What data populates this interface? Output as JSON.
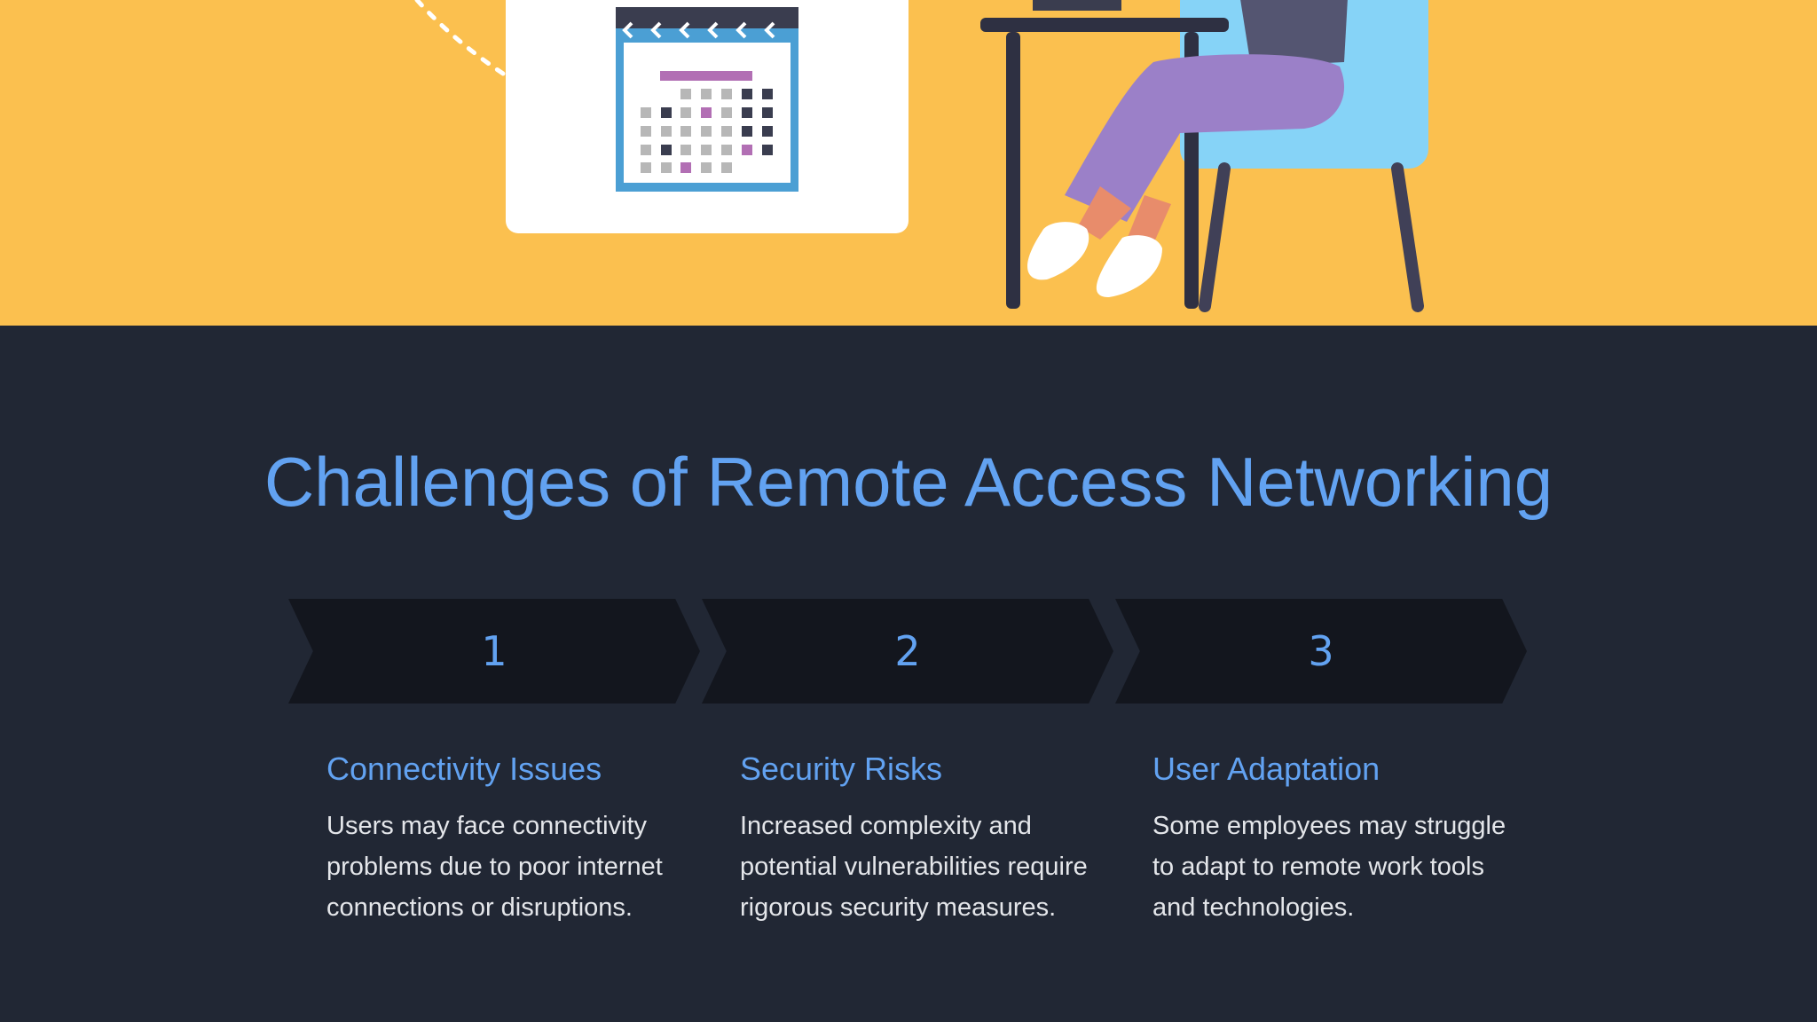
{
  "title": "Challenges of Remote Access Networking",
  "colors": {
    "hero_background": "#fbc04f",
    "page_background": "#212734",
    "accent": "#62a2f1",
    "chevron": "#13161e",
    "body_text": "#e4e6ea"
  },
  "hero": {
    "icons": [
      "calendar-icon",
      "person-at-desk-illustration",
      "chair-icon",
      "desk-icon"
    ]
  },
  "steps": [
    {
      "number": "1",
      "heading": "Connectivity Issues",
      "body": "Users may face connectivity problems due to poor internet connections or disruptions."
    },
    {
      "number": "2",
      "heading": "Security Risks",
      "body": "Increased complexity and potential vulnerabilities require rigorous security measures."
    },
    {
      "number": "3",
      "heading": "User Adaptation",
      "body": "Some employees may struggle to adapt to remote work tools and technologies."
    }
  ]
}
